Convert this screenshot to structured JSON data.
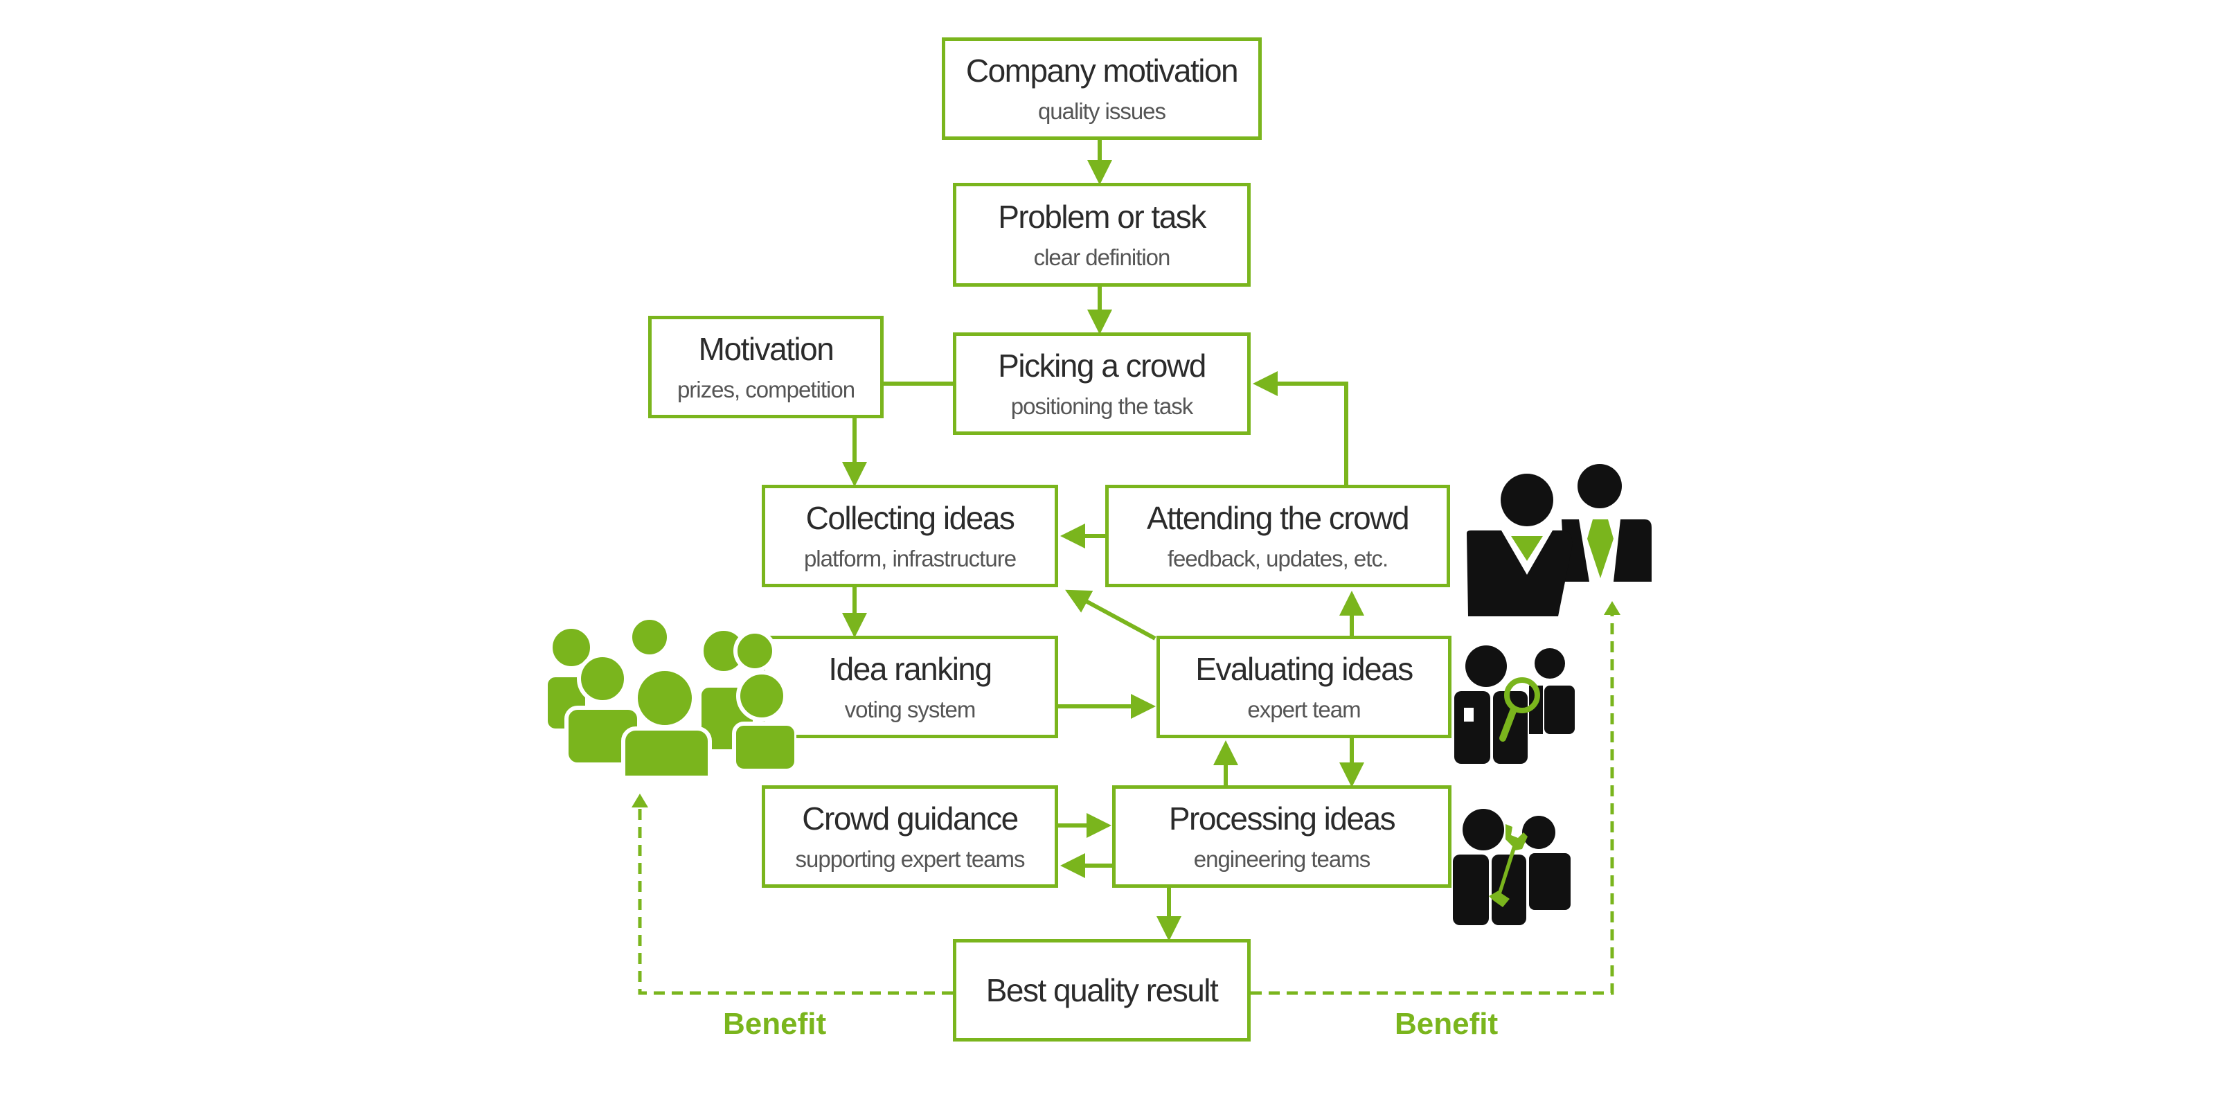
{
  "colors": {
    "accent": "#7ab51d",
    "icon_dark": "#111111",
    "text": "#2b2b2b"
  },
  "boxes": {
    "company_motivation": {
      "title": "Company motivation",
      "subtitle": "quality issues"
    },
    "problem_or_task": {
      "title": "Problem or task",
      "subtitle": "clear definition"
    },
    "motivation": {
      "title": "Motivation",
      "subtitle": "prizes, competition"
    },
    "picking_crowd": {
      "title": "Picking a crowd",
      "subtitle": "positioning the task"
    },
    "collecting_ideas": {
      "title": "Collecting ideas",
      "subtitle": "platform, infrastructure"
    },
    "attending_crowd": {
      "title": "Attending the crowd",
      "subtitle": "feedback, updates, etc."
    },
    "idea_ranking": {
      "title": "Idea ranking",
      "subtitle": "voting system"
    },
    "evaluating_ideas": {
      "title": "Evaluating ideas",
      "subtitle": "expert team"
    },
    "crowd_guidance": {
      "title": "Crowd guidance",
      "subtitle": "supporting expert teams"
    },
    "processing_ideas": {
      "title": "Processing ideas",
      "subtitle": "engineering teams"
    },
    "best_quality": {
      "title": "Best quality result"
    }
  },
  "labels": {
    "benefit_left": "Benefit",
    "benefit_right": "Benefit"
  },
  "icons": {
    "crowd": "crowd-icon",
    "management": "business-people-icon",
    "experts": "expert-team-magnifier-icon",
    "engineers": "engineering-team-wrench-icon"
  }
}
